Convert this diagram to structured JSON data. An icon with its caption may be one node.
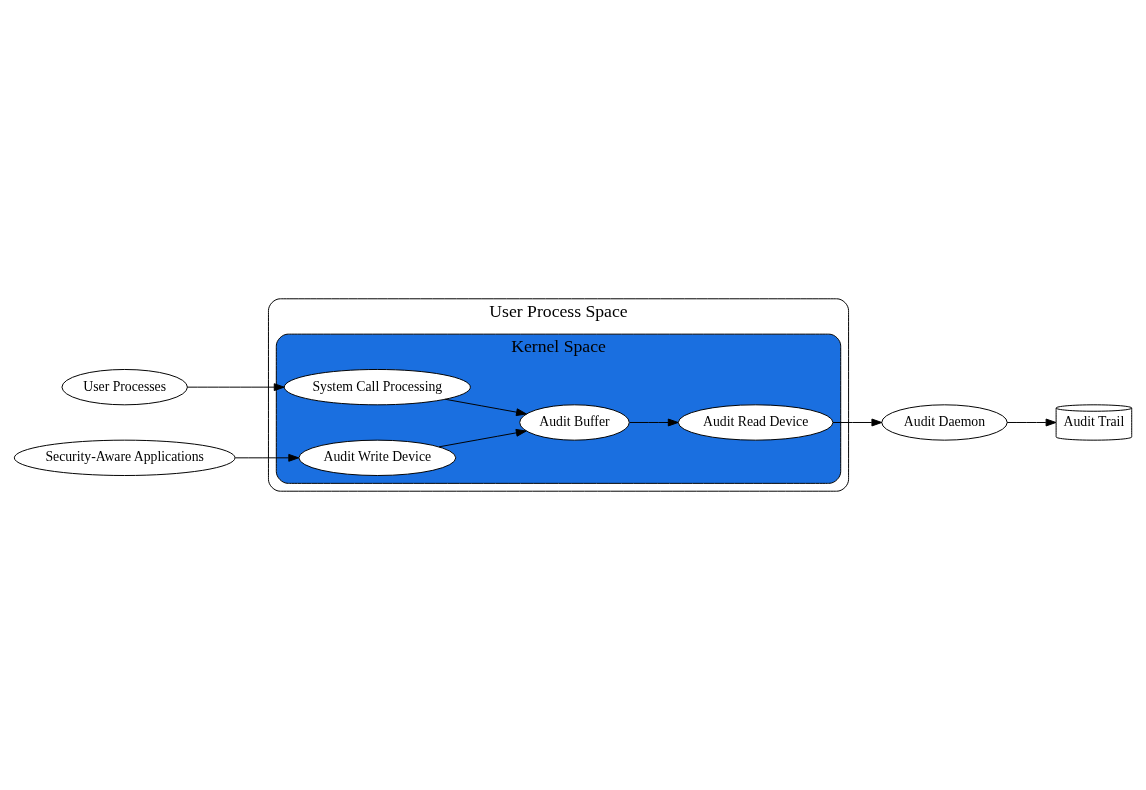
{
  "diagram": {
    "nodes": [
      {
        "text": [
          "User Processes"
        ]
      },
      {
        "text": [
          "Security-Aware Applications"
        ]
      },
      {
        "text": [
          "Audit Daemon"
        ]
      },
      {
        "text": [
          "Audit Trail"
        ]
      },
      {
        "text": [
          "User Process Space"
        ]
      },
      {
        "text": [
          "Kernel Space"
        ],
        "in": 4
      },
      {
        "text": [
          "System Call Processing"
        ],
        "in": 5
      },
      {
        "text": [
          "Audit Write Device"
        ],
        "in": 5
      },
      {
        "text": [
          "Audit Buffer"
        ],
        "in": 5
      },
      {
        "text": [
          "Audit Read Device"
        ],
        "in": 5
      }
    ],
    "edges": [
      {
        "from": 0,
        "to": 6,
        "arrow": "to"
      },
      {
        "from": 1,
        "to": 7,
        "arrow": "to"
      },
      {
        "from": 6,
        "to": 8,
        "arrow": "to"
      },
      {
        "from": 7,
        "to": 8,
        "arrow": "to"
      },
      {
        "from": 8,
        "to": 9,
        "arrow": "to"
      },
      {
        "from": 9,
        "to": 2,
        "arrow": "to"
      },
      {
        "from": 2,
        "to": 3,
        "arrow": "to"
      }
    ]
  }
}
